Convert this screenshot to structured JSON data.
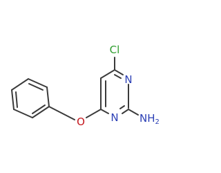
{
  "molecule": {
    "atoms": {
      "chlorine": "Cl",
      "oxygen": "O",
      "ring_nitrogen_top": "N",
      "ring_nitrogen_bottom": "N",
      "amine_main": "NH",
      "amine_subscript": "2"
    },
    "colors": {
      "bond": "#3a3a3a",
      "nitrogen": "#2b3fb5",
      "oxygen": "#c4161c",
      "chlorine": "#2e9d2e"
    }
  }
}
